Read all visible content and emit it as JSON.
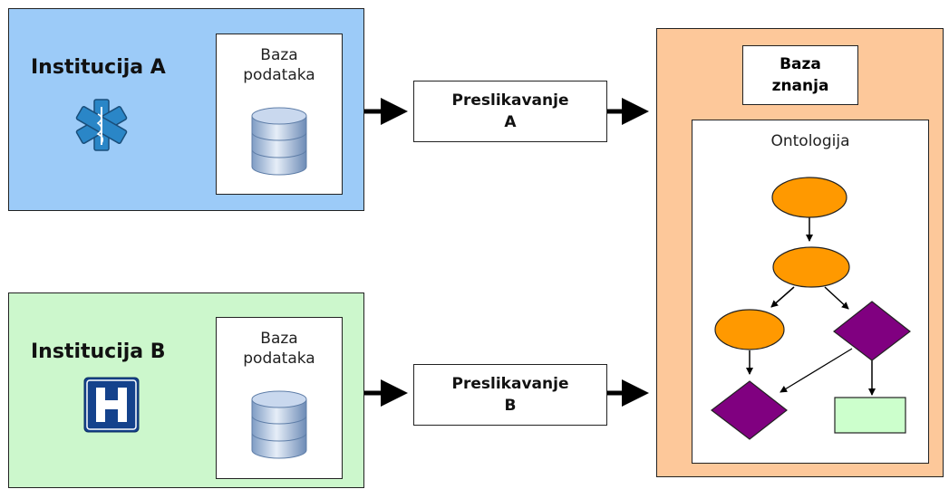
{
  "institution_a": {
    "title": "Institucija A",
    "db_line1": "Baza",
    "db_line2": "podataka",
    "icon": "star-of-life-icon",
    "color": "#9ccbf8"
  },
  "institution_b": {
    "title": "Institucija B",
    "db_line1": "Baza",
    "db_line2": "podataka",
    "icon": "hospital-h-icon",
    "color": "#ccf7cc"
  },
  "mapping_a": {
    "line1": "Preslikavanje",
    "line2": "A"
  },
  "mapping_b": {
    "line1": "Preslikavanje",
    "line2": "B"
  },
  "knowledge_base": {
    "line1": "Baza",
    "line2": "znanja",
    "color": "#fdc89a"
  },
  "ontology": {
    "label": "Ontologija",
    "node_orange": "#ff9900",
    "node_purple": "#800080",
    "node_green": "#ccffcc"
  }
}
